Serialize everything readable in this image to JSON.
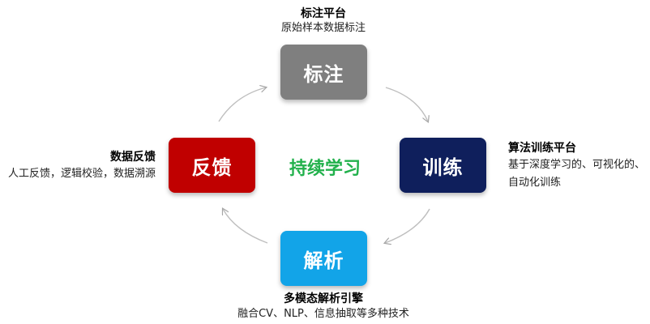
{
  "center": {
    "label": "持续学习",
    "color": "#22b14c"
  },
  "nodes": {
    "top": {
      "label": "标注",
      "color": "#7f7f7f",
      "title": "标注平台",
      "desc_lines": [
        "原始样本数据标注"
      ]
    },
    "right": {
      "label": "训练",
      "color": "#0f1f5c",
      "title": "算法训练平台",
      "desc_lines": [
        "基于深度学习的、可视化的、",
        "自动化训练"
      ]
    },
    "bottom": {
      "label": "解析",
      "color": "#12a4e8",
      "title": "多模态解析引擎",
      "desc_lines": [
        "融合CV、NLP、信息抽取等多种技术"
      ]
    },
    "left": {
      "label": "反馈",
      "color": "#c00000",
      "title": "数据反馈",
      "desc_lines": [
        "人工反馈，逻辑校验，数据溯源"
      ]
    }
  },
  "arrow_color": "#bfbfbf"
}
